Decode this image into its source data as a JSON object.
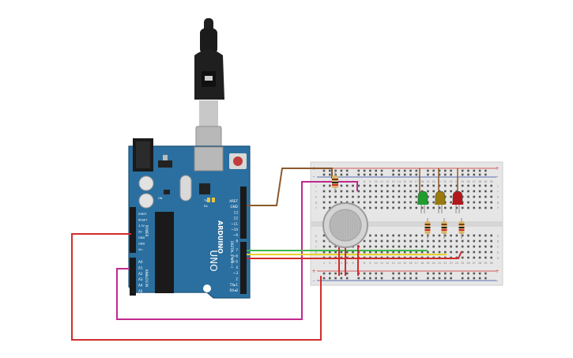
{
  "board": {
    "logo_text": "ARDUINO",
    "model_text": "UNO",
    "tx_label": "TX",
    "rx_label": "RX",
    "on_label": "ON",
    "digital_label": "DIGITAL (PWM ~)",
    "power_label": "POWER",
    "analog_label": "ANALOG IN",
    "top_header_labels": [
      "AREF",
      "GND",
      "13",
      "12",
      "~11",
      "~10",
      "~9",
      "8"
    ],
    "bottom_header_labels": [
      "7",
      "~6",
      "~5",
      "4",
      "~3",
      "2",
      "TX▸1",
      "RX◂0"
    ],
    "power_pins": [
      "IOREF",
      "RESET",
      "3.3V",
      "5V",
      "GND",
      "GND",
      "Vin"
    ],
    "analog_pins": [
      "A0",
      "A1",
      "A2",
      "A3",
      "A4",
      "A5"
    ]
  },
  "breadboard": {
    "columns": [
      "1",
      "2",
      "3",
      "4",
      "5",
      "6",
      "7",
      "8",
      "9",
      "10",
      "11",
      "12",
      "13",
      "14",
      "15",
      "16",
      "17",
      "18",
      "19",
      "20",
      "21",
      "22",
      "23",
      "24",
      "25",
      "26",
      "27",
      "28",
      "29",
      "30"
    ],
    "rows_top": [
      "j",
      "i",
      "h",
      "g",
      "f"
    ],
    "rows_bottom": [
      "e",
      "d",
      "c",
      "b",
      "a"
    ],
    "rail_plus": "+",
    "rail_minus": "-"
  },
  "components": {
    "leds": [
      {
        "color_name": "green",
        "color": "#1f9d2f"
      },
      {
        "color_name": "yellow",
        "color": "#9a7a0c"
      },
      {
        "color_name": "red",
        "color": "#b3171b"
      }
    ],
    "gas_sensor": "gas-sensor",
    "usb_cable": "usb-cable"
  },
  "colors": {
    "board": "#2a6f9f",
    "board_dark": "#1d5a85",
    "breadboard": "#e6e6e6",
    "wire_brown": "#8b5a2b",
    "wire_red": "#d22c2c",
    "wire_magenta": "#c2288f",
    "wire_green": "#3db84a",
    "wire_yellow": "#e8d22a"
  }
}
